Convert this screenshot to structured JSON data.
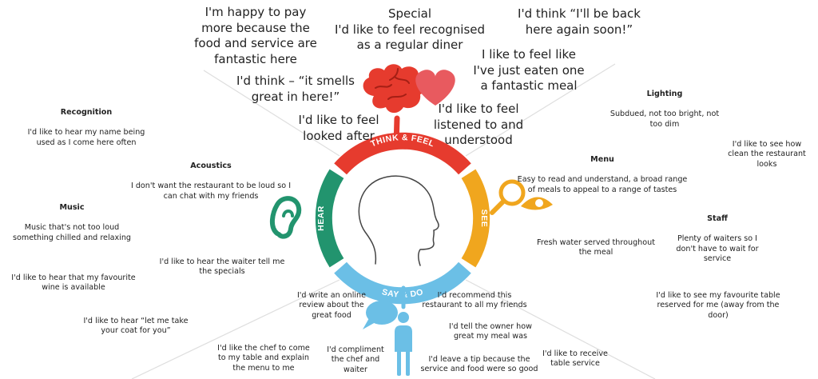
{
  "colors": {
    "think": "#e63b2e",
    "see": "#f0a61e",
    "say": "#6bbfe6",
    "hear": "#22946e",
    "ring_text": "#ffffff",
    "divider": "#dedede",
    "head_stroke": "#444444"
  },
  "icons": {
    "brain": "brain-icon",
    "heart": "heart-icon",
    "eye": "eye-icon",
    "magnifier": "magnifier-icon",
    "ear": "ear-icon",
    "speech": "speech-bubble-icon",
    "person": "person-icon",
    "head": "head-profile-icon"
  },
  "ring": {
    "think": "THINK & FEEL",
    "see": "SEE",
    "say": "SAY & DO",
    "hear": "HEAR"
  },
  "think_feel": {
    "happy_to_pay": "I'm happy to pay\nmore because the\nfood and service are\nfantastic here",
    "special": "Special\nI'd like to feel recognised\nas a regular diner",
    "be_back": "I'd think “I'll be back\nhere again soon!”",
    "smells": "I'd think – “it smells\ngreat in here!”",
    "fantastic_meal": "I like to feel like\nI've just eaten one\na fantastic meal",
    "looked_after": "I'd like to feel\nlooked after",
    "listened": "I'd like to feel\nlistened to and\nunderstood"
  },
  "see": {
    "lighting_title": "Lighting",
    "lighting_text": "Subdued, not too bright, not\ntoo dim",
    "clean": "I'd like to see how\nclean the restaurant\nlooks",
    "menu_title": "Menu",
    "menu_text": "Easy to read and understand, a broad range\nof meals to appeal to a range of tastes",
    "staff_title": "Staff",
    "staff_text": "Plenty of waiters so I\ndon't have to wait for\nservice",
    "water": "Fresh water served throughout\nthe meal",
    "table": "I'd like to see my favourite table\nreserved for me (away from the\ndoor)"
  },
  "hear": {
    "recognition_title": "Recognition",
    "recognition_text": "I'd like to hear my name being\nused as I come here often",
    "acoustics_title": "Acoustics",
    "acoustics_text": "I don't want the restaurant to be loud so I\ncan chat with my friends",
    "music_title": "Music",
    "music_text": "Music that's not too loud\nsomething chilled and relaxing",
    "specials": "I'd like to hear the waiter tell me\nthe specials",
    "wine": "I'd like to hear that my favourite\nwine is available",
    "coat": "I'd like to hear “let me take\nyour coat for you”"
  },
  "say_do": {
    "review": "I'd write an online\nreview about the\ngreat food",
    "recommend": "I'd recommend this\nrestaurant to all my friends",
    "tell_owner": "I'd tell the owner how\ngreat my meal was",
    "chef_come": "I'd like the chef to come\nto my table and explain\nthe menu to me",
    "compliment": "I'd compliment\nthe chef and\nwaiter",
    "tip": "I'd leave a tip because the\nservice and food were so good",
    "receive_service": "I'd like to receive\ntable service"
  }
}
